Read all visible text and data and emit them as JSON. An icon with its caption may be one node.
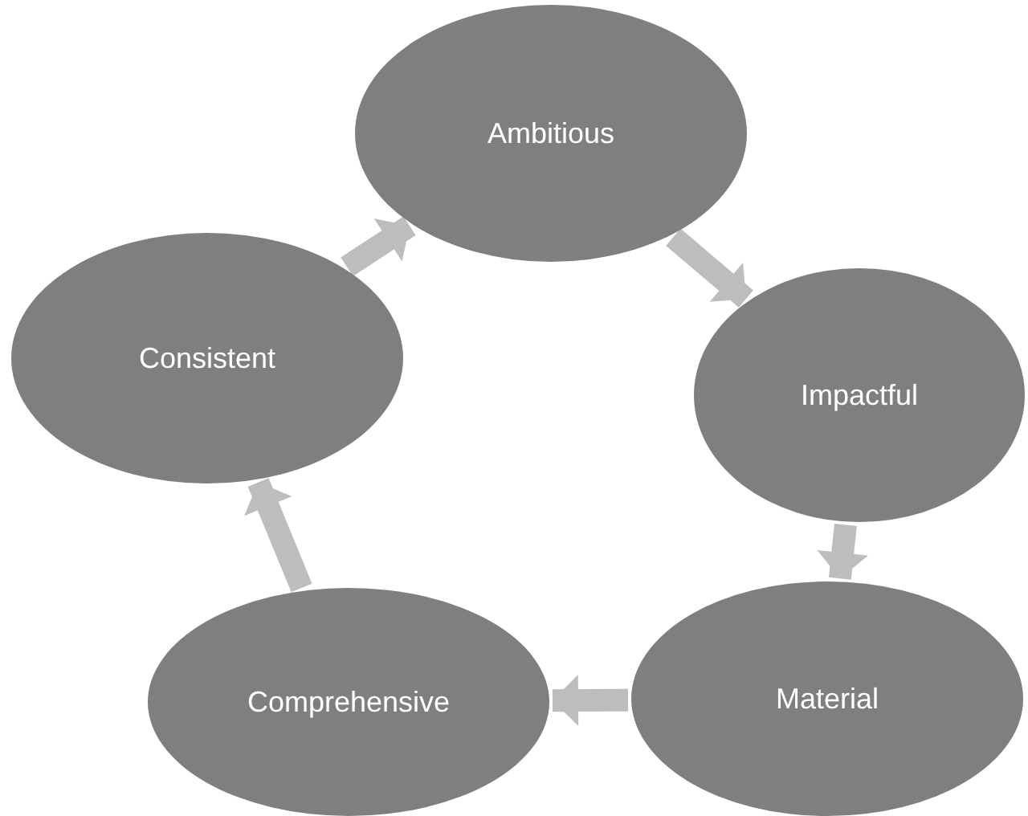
{
  "diagram": {
    "nodes": [
      {
        "text": [
          "Ambitious"
        ]
      },
      {
        "text": [
          "Impactful"
        ]
      },
      {
        "text": [
          "Material"
        ]
      },
      {
        "text": [
          "Comprehensive"
        ]
      },
      {
        "text": [
          "Consistent"
        ]
      }
    ],
    "edges": [
      {
        "from": 0,
        "to": 1,
        "arrow": "to"
      },
      {
        "from": 1,
        "to": 2,
        "arrow": "to"
      },
      {
        "from": 2,
        "to": 3,
        "arrow": "to"
      },
      {
        "from": 3,
        "to": 4,
        "arrow": "to"
      },
      {
        "from": 4,
        "to": 0,
        "arrow": "to"
      }
    ]
  }
}
